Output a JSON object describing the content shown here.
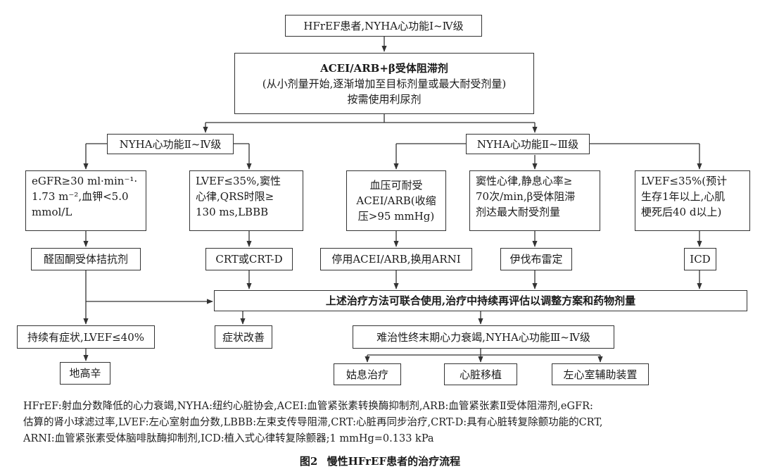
{
  "nodes": {
    "start": "HFrEF患者,NYHA心功能Ⅰ~Ⅳ级",
    "therapy": {
      "line1": "ACEI/ARB+β受体阻滞剂",
      "line2": "(从小剂量开始,逐渐增加至目标剂量或最大耐受剂量)",
      "line3": "按需使用利尿剂"
    },
    "nyha_2_4": "NYHA心功能Ⅱ~Ⅳ级",
    "nyha_2_3": "NYHA心功能Ⅱ~Ⅲ级",
    "egfr": [
      "eGFR≥30 ml·min⁻¹·",
      "1.73 m⁻²,血钾<5.0",
      "mmol/L"
    ],
    "lvef35_sinus": [
      "LVEF≤35%,窦性",
      "心律,QRS时限≥",
      "130 ms,LBBB"
    ],
    "bp": [
      "血压可耐受",
      "ACEI/ARB(收缩",
      "压>95 mmHg)"
    ],
    "sinus_hr": [
      "窦性心律,静息心率≥",
      "70次/min,β受体阻滞",
      "剂达最大耐受剂量"
    ],
    "lvef35_icd": [
      "LVEF≤35%(预计",
      "生存1年以上,心肌",
      "梗死后40 d以上)"
    ],
    "mra": "醛固酮受体拮抗剂",
    "crt": "CRT或CRT-D",
    "arni": "停用ACEI/ARB,换用ARNI",
    "ivabradine": "伊伐布雷定",
    "icd": "ICD",
    "combine": "上述治疗方法可联合使用,治疗中持续再评估以调整方案和药物剂量",
    "persist": "持续有症状,LVEF≤40%",
    "improve": "症状改善",
    "refractory": "难治性终末期心力衰竭,NYHA心功能Ⅲ~Ⅳ级",
    "digoxin": "地高辛",
    "palliative": "姑息治疗",
    "transplant": "心脏移植",
    "lvad": "左心室辅助装置"
  },
  "caption": {
    "lines": [
      "HFrEF:射血分数降低的心力衰竭,NYHA:纽约心脏协会,ACEI:血管紧张素转换酶抑制剂,ARB:血管紧张素Ⅱ受体阻滞剂,eGFR:",
      "估算的肾小球滤过率,LVEF:左心室射血分数,LBBB:左束支传导阻滞,CRT:心脏再同步治疗,CRT-D:具有心脏转复除颤功能的CRT,",
      "ARNI:血管紧张素受体脑啡肽酶抑制剂,ICD:植入式心律转复除颤器;1 mmHg=0.133 kPa"
    ],
    "figure_label": "图2",
    "figure_title": "慢性HFrEF患者的治疗流程"
  },
  "colors": {
    "line": "#333333",
    "text": "#1a1a1a",
    "background": "#ffffff"
  }
}
